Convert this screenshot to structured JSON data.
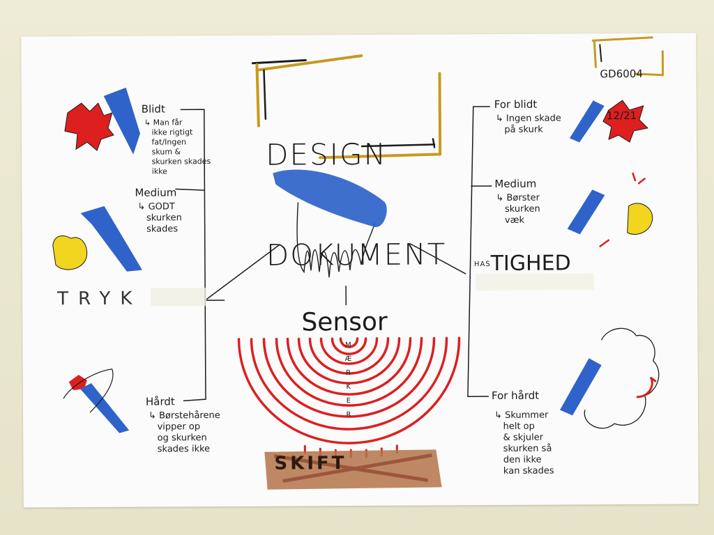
{
  "code": {
    "line1": "GD6004",
    "line2": "12/21"
  },
  "title": {
    "line1": "DESIGN",
    "line2": "DOKUMENT"
  },
  "left": {
    "blidt_label": "Blidt",
    "blidt_text": "↳ Man får\n   ikke rigtigt\n   fat/Ingen\n   skum &\n   skurken skades\n   ikke",
    "medium_label": "Medium",
    "medium_text": "↳ GODT\n   skurken\n   skades",
    "haardt_label": "Hårdt",
    "haardt_text": "↳ Børstehårene\n   vipper op\n   og skurken\n   skades ikke"
  },
  "right": {
    "blidt_label": "For blidt",
    "blidt_text": "↳ Ingen skade\n   på skurk",
    "medium_label": "Medium",
    "medium_text": "↳ Børster\n   skurken\n   væk",
    "haardt_label": "For hårdt",
    "haardt_text": "↳ Skummer\n   helt op\n   & skjuler\n   skurken så\n   den ikke\n   kan skades"
  },
  "center": {
    "tryk": "TRYK",
    "hastighed_small": "HAS",
    "hastighed_big": "TIGHED",
    "sensor": "Sensor",
    "maerker": "M\nÆ\nR\nK\nE\nR",
    "skift": "SKIFT"
  },
  "colors": {
    "blue": "#2f63c9",
    "red": "#dd1f1f",
    "yellow": "#f1d51e",
    "gold": "#c89a1c"
  }
}
